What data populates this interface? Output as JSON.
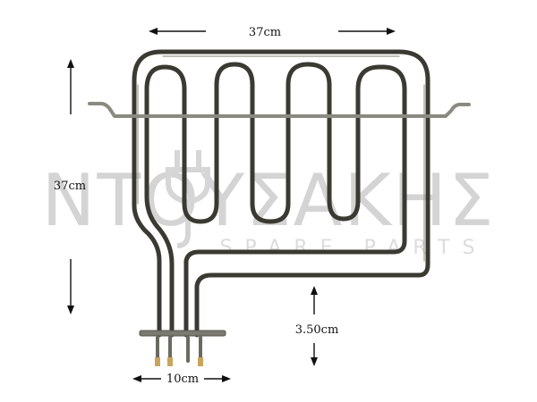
{
  "watermark": {
    "brand": "ΝΤΟΥΣΑΚΗΣ",
    "tagline": "SPARE PARTS"
  },
  "dimensions": {
    "width_label": "37cm",
    "height_label": "37cm",
    "gap_label": "3.50cm",
    "terminal_span_label": "10cm"
  },
  "colors": {
    "tube": "#3a3a32",
    "tube_highlight": "#9a9a8c",
    "bar": "#8a8a80",
    "watermark": "#d4d4d4"
  }
}
